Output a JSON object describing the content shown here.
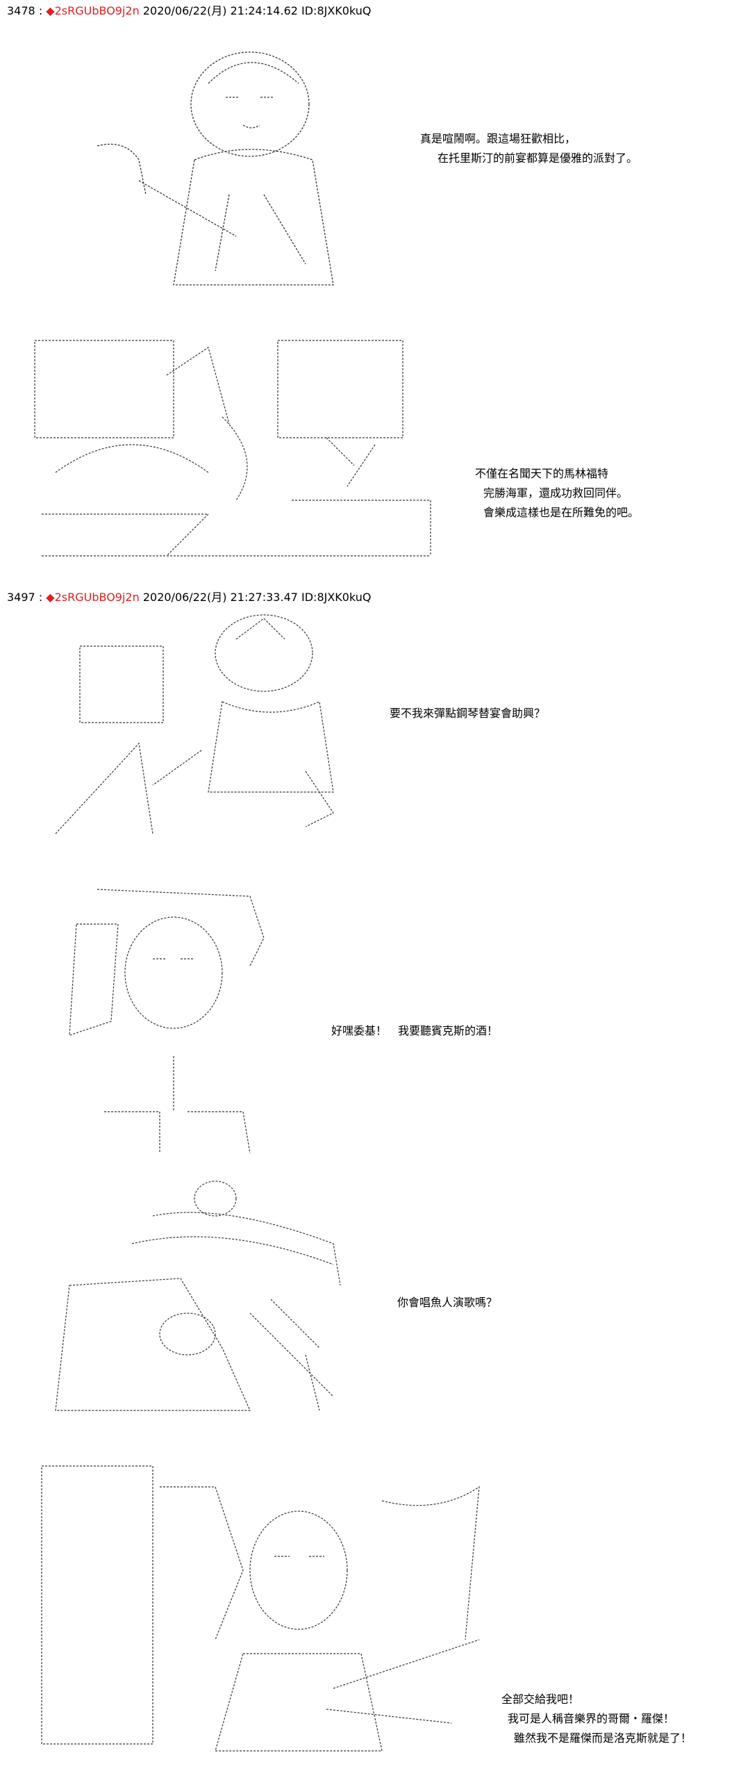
{
  "posts": [
    {
      "number": "3478",
      "separator": ":",
      "name": "◆2sRGUbBO9j2n",
      "date": "2020/06/22(月) 21:24:14.62 ID:8JXK0kuQ",
      "panels": [
        {
          "lines": [
            "真是喧鬧啊。跟這場狂歡相比，",
            "在托里斯汀的前宴都算是優雅的派對了。"
          ]
        },
        {
          "lines": [
            "不僅在名聞天下的馬林福特",
            "完勝海軍，還成功救回同伴。",
            "會樂成這樣也是在所難免的吧。"
          ]
        }
      ]
    },
    {
      "number": "3497",
      "separator": ":",
      "name": "◆2sRGUbBO9j2n",
      "date": "2020/06/22(月) 21:27:33.47 ID:8JXK0kuQ",
      "panels": [
        {
          "lines": [
            "要不我來彈點鋼琴替宴會助興？"
          ]
        },
        {
          "lines": [
            "好嘿委基！　我要聽賓克斯的酒！"
          ]
        },
        {
          "lines": [
            "你會唱魚人演歌嗎？"
          ]
        },
        {
          "lines": [
            "全部交給我吧！",
            "我可是人稱音樂界的哥爾・羅傑！",
            "雖然我不是羅傑而是洛克斯就是了！"
          ]
        }
      ]
    }
  ],
  "art_icons": [
    "ascii-art-figure-icon"
  ]
}
